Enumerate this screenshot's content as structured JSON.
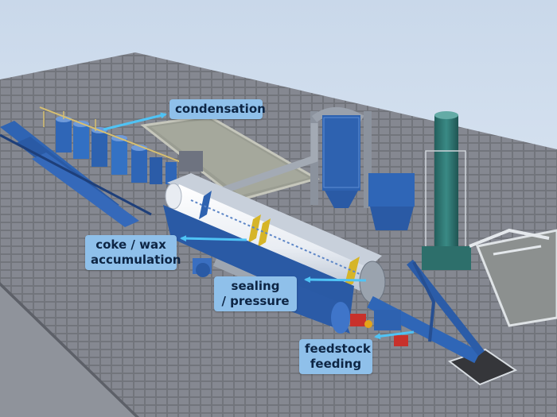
{
  "colors": {
    "arrow": "#4fc3f5",
    "callout_bg": "#8fc0ea",
    "callout_text": "#0d2544",
    "equipment_blue": "#2a5db0",
    "reactor_white": "#f2f4f7",
    "stack_teal": "#2f7f7a",
    "floor": "#7b7e85"
  },
  "icons": [
    "arrow-right-icon",
    "arrow-left-icon"
  ],
  "labels": {
    "condensation": "condensation",
    "coke_wax_line1": "coke / wax",
    "coke_wax_line2": "accumulation",
    "sealing_line1": "sealing",
    "sealing_line2": "/ pressure",
    "feedstock_line1": "feedstock",
    "feedstock_line2": "feeding"
  }
}
